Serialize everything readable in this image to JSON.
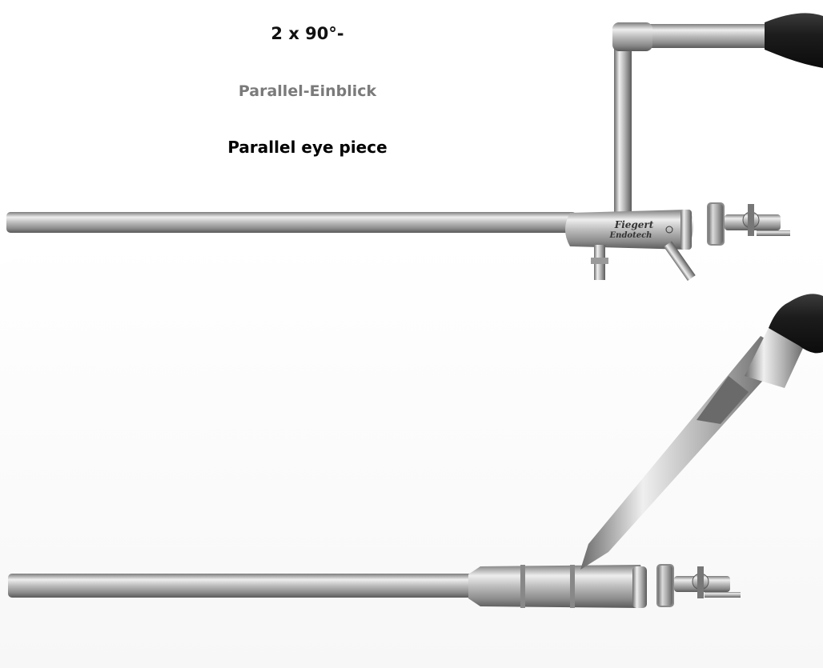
{
  "captions": {
    "angle": "2 x 90°-",
    "german": "Parallel-Einblick",
    "english": "Parallel eye piece"
  },
  "brand": {
    "line1": "Fiegert",
    "line2": "Endotech"
  },
  "colors": {
    "german_caption": "#7a7a7a",
    "steel_light": "#e6e6e6",
    "steel_mid": "#a8a8a8",
    "steel_dark": "#5a5a5a",
    "rubber": "#1a1a1a"
  }
}
